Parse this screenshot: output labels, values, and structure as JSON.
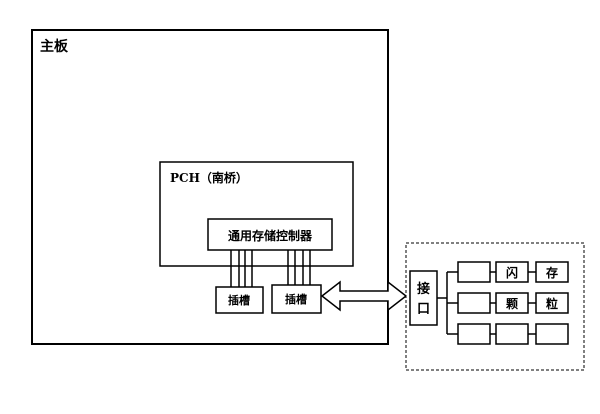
{
  "diagram": {
    "mainboard_label": "主板",
    "pch_label": "PCH（南桥）",
    "controller_label": "通用存储控制器",
    "slot1_label": "插槽",
    "slot2_label": "插槽",
    "interface_label_line1": "接",
    "interface_label_line2": "口",
    "flash_chars": [
      "闪",
      "存",
      "颗",
      "粒"
    ]
  }
}
